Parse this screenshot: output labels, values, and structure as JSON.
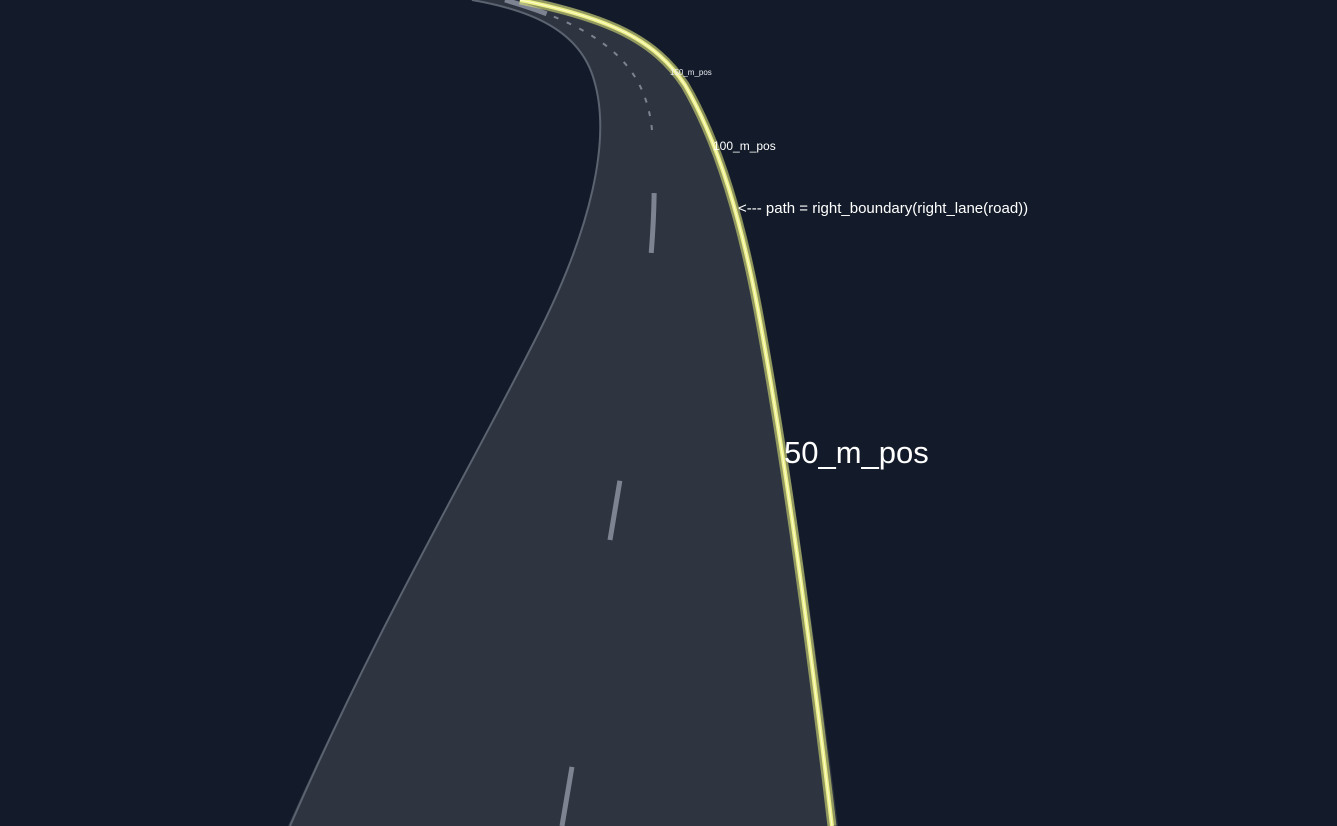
{
  "scene": {
    "background_color": "#131b2a",
    "road_color": "#2e3541",
    "road_edge_color": "#5b6270",
    "lane_marking_color": "#7d8390",
    "highlight_color": "#e6eb7a"
  },
  "labels": {
    "pos_150": "150_m_pos",
    "pos_100": "100_m_pos",
    "path_annotation": "<--- path = right_boundary(right_lane(road))",
    "pos_50": "50_m_pos"
  }
}
